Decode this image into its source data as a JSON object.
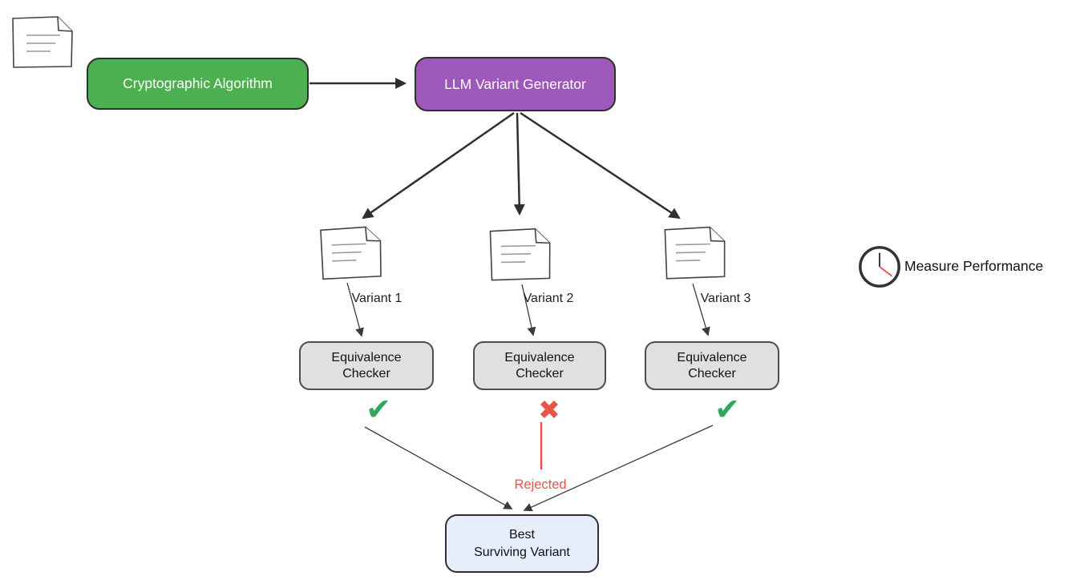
{
  "diagram": {
    "crypto_node": {
      "label": "Cryptographic Algorithm",
      "fill": "#4caf50"
    },
    "generator_node": {
      "label": "LLM Variant Generator",
      "fill": "#9e57ba"
    },
    "variants": [
      {
        "label": "Variant 1"
      },
      {
        "label": "Variant 2"
      },
      {
        "label": "Variant 3"
      }
    ],
    "checkers": [
      {
        "label": "Equivalence\nChecker",
        "result": "accepted",
        "mark": "✔",
        "mark_color": "#2fa85c"
      },
      {
        "label": "Equivalence\nChecker",
        "result": "rejected",
        "mark": "✖",
        "mark_color": "#e8534a"
      },
      {
        "label": "Equivalence\nChecker",
        "result": "accepted",
        "mark": "✔",
        "mark_color": "#2fa85c"
      }
    ],
    "rejected_label": "Rejected",
    "best_node": {
      "label": "Best\nSurviving Variant",
      "fill": "#e7eefb"
    },
    "legend": {
      "label": "Measure Performance",
      "icon": "clock-icon"
    },
    "colors": {
      "node_border": "#2f2f2f",
      "checker_fill": "#e0e0e0",
      "checker_border": "#4d4d4d",
      "accept_green": "#2fa85c",
      "reject_red": "#e8534a",
      "edge_dark": "#2f2f2f"
    }
  }
}
